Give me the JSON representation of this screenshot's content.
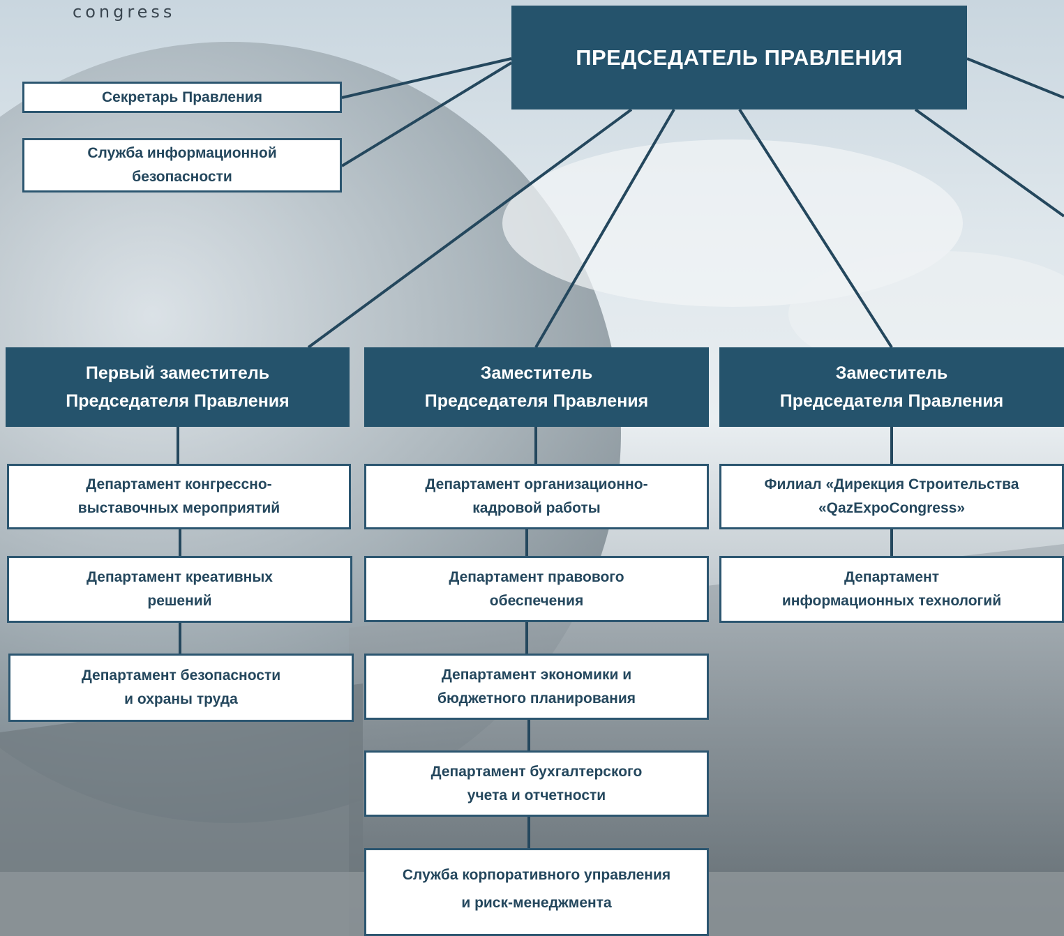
{
  "logo": {
    "text": "congress"
  },
  "chairman": {
    "title": "ПРЕДСЕДАТЕЛЬ ПРАВЛЕНИЯ"
  },
  "staff": [
    {
      "lines": [
        "Секретарь Правления"
      ]
    },
    {
      "lines": [
        "Служба информационной",
        "безопасности"
      ]
    }
  ],
  "deputies": [
    {
      "title": [
        "Первый заместитель",
        "Председателя Правления"
      ],
      "departments": [
        {
          "lines": [
            "Департамент конгрессно-",
            "выставочных мероприятий"
          ]
        },
        {
          "lines": [
            "Департамент креативных",
            "решений"
          ]
        },
        {
          "lines": [
            "Департамент безопасности",
            "и охраны труда"
          ]
        }
      ]
    },
    {
      "title": [
        "Заместитель",
        "Председателя Правления"
      ],
      "departments": [
        {
          "lines": [
            "Департамент организационно-",
            "кадровой работы"
          ]
        },
        {
          "lines": [
            "Департамент правового",
            "обеспечения"
          ]
        },
        {
          "lines": [
            "Департамент экономики и",
            "бюджетного планирования"
          ]
        },
        {
          "lines": [
            "Департамент бухгалтерского",
            "учета и отчетности"
          ]
        },
        {
          "lines": [
            "Служба корпоративного управления",
            "и риск-менеджмента"
          ]
        }
      ]
    },
    {
      "title": [
        "Заместитель",
        "Председателя Правления"
      ],
      "departments": [
        {
          "lines": [
            "Филиал «Дирекция Строительства",
            "«QazExpoCongress»"
          ]
        },
        {
          "lines": [
            "Департамент",
            "информационных технологий"
          ]
        }
      ]
    }
  ],
  "colors": {
    "dark_box": "#25536c",
    "border": "#2c5670",
    "text": "#24475d"
  }
}
